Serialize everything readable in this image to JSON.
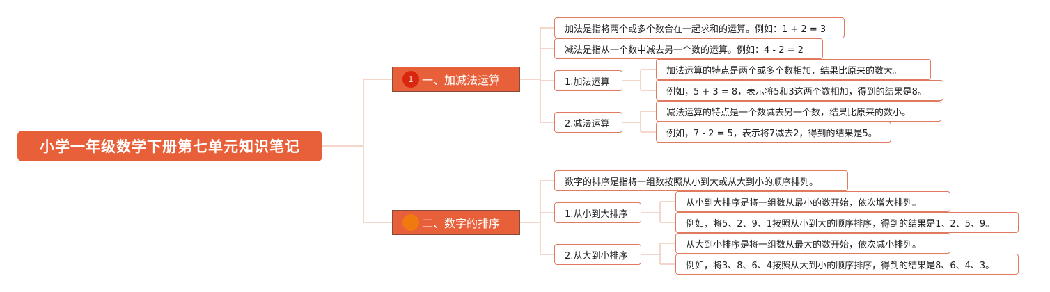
{
  "root": {
    "title": "小学一年级数学下册第七单元知识笔记"
  },
  "branches": [
    {
      "title": "一、加减法运算",
      "badge": "1",
      "badge_color": "#d9270f",
      "items": [
        {
          "text": "加法是指将两个或多个数合在一起求和的运算。例如：1 + 2 = 3"
        },
        {
          "text": "减法是指从一个数中减去另一个数的运算。例如：4 - 2 = 2"
        },
        {
          "text": "1.加法运算",
          "children": [
            "加法运算的特点是两个或多个数相加，结果比原来的数大。",
            "例如，5 + 3 = 8，表示将5和3这两个数相加，得到的结果是8。"
          ]
        },
        {
          "text": "2.减法运算",
          "children": [
            "减法运算的特点是一个数减去另一个数，结果比原来的数小。",
            "例如，7 - 2 = 5，表示将7减去2，得到的结果是5。"
          ]
        }
      ]
    },
    {
      "title": "二、数字的排序",
      "badge": "",
      "badge_color": "#f07a10",
      "items": [
        {
          "text": "数字的排序是指将一组数按照从小到大或从大到小的顺序排列。"
        },
        {
          "text": "1.从小到大排序",
          "children": [
            "从小到大排序是将一组数从最小的数开始，依次增大排列。",
            "例如，将5、2、9、1按照从小到大的顺序排序，得到的结果是1、2、5、9。"
          ]
        },
        {
          "text": "2.从大到小排序",
          "children": [
            "从大到小排序是将一组数从最大的数开始，依次减小排列。",
            "例如，将3、8、6、4按照从大到小的顺序排序，得到的结果是8、6、4、3。"
          ]
        }
      ]
    }
  ],
  "colors": {
    "root_fill": "#e8603a",
    "leaf_border": "#e07a60",
    "connector": "#f0c8b8"
  }
}
